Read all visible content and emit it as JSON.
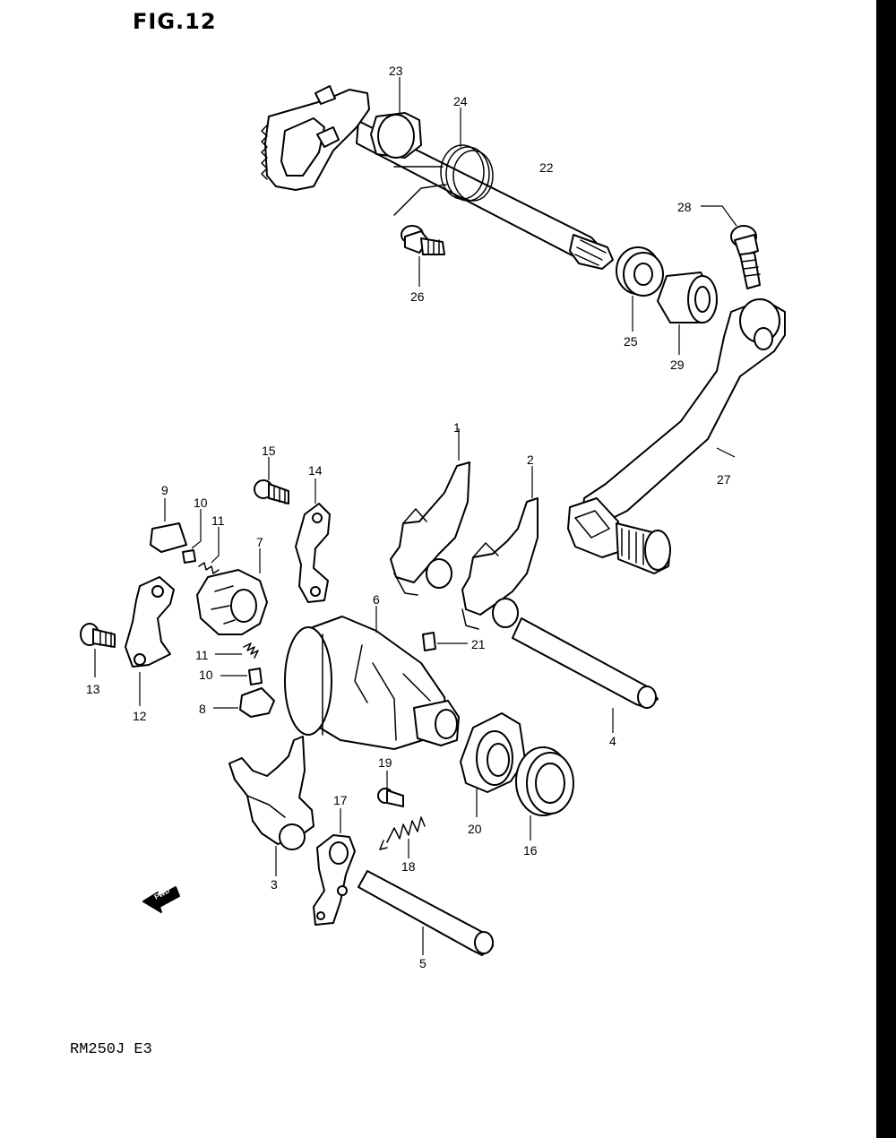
{
  "figure_title": "FIG.12",
  "model_code": "RM250J E3",
  "fwd_label": "FWD",
  "callouts": [
    {
      "id": "c1",
      "text": "1"
    },
    {
      "id": "c2",
      "text": "2"
    },
    {
      "id": "c3",
      "text": "3"
    },
    {
      "id": "c4",
      "text": "4"
    },
    {
      "id": "c5",
      "text": "5"
    },
    {
      "id": "c6",
      "text": "6"
    },
    {
      "id": "c7",
      "text": "7"
    },
    {
      "id": "c8",
      "text": "8"
    },
    {
      "id": "c9",
      "text": "9"
    },
    {
      "id": "c10a",
      "text": "10"
    },
    {
      "id": "c10b",
      "text": "10"
    },
    {
      "id": "c11a",
      "text": "11"
    },
    {
      "id": "c11b",
      "text": "11"
    },
    {
      "id": "c12",
      "text": "12"
    },
    {
      "id": "c13",
      "text": "13"
    },
    {
      "id": "c14",
      "text": "14"
    },
    {
      "id": "c15",
      "text": "15"
    },
    {
      "id": "c16",
      "text": "16"
    },
    {
      "id": "c17",
      "text": "17"
    },
    {
      "id": "c18",
      "text": "18"
    },
    {
      "id": "c19",
      "text": "19"
    },
    {
      "id": "c20",
      "text": "20"
    },
    {
      "id": "c21",
      "text": "21"
    },
    {
      "id": "c22",
      "text": "22"
    },
    {
      "id": "c23",
      "text": "23"
    },
    {
      "id": "c24",
      "text": "24"
    },
    {
      "id": "c25",
      "text": "25"
    },
    {
      "id": "c26",
      "text": "26"
    },
    {
      "id": "c27",
      "text": "27"
    },
    {
      "id": "c28",
      "text": "28"
    },
    {
      "id": "c29",
      "text": "29"
    }
  ]
}
